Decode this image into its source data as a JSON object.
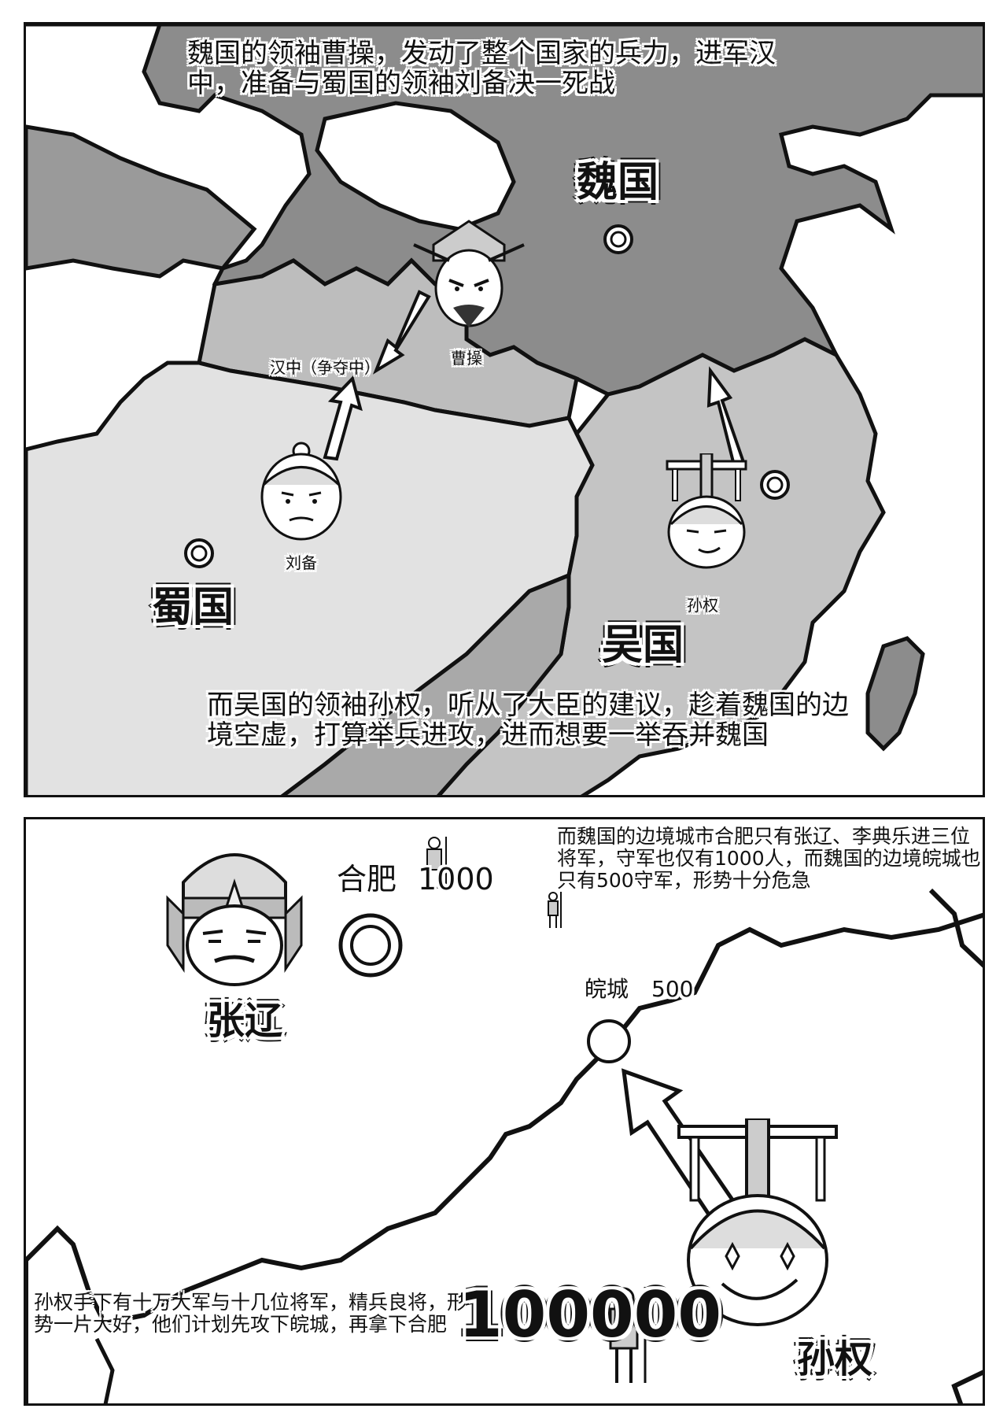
{
  "panel_top": {
    "narration_top": "魏国的领袖曹操，发动了整个国家的兵力，进军汉中，准备与蜀国的领袖刘备决一死战",
    "narration_bottom": "而吴国的领袖孙权，听从了大臣的建议，趁着魏国的边境空虚，打算举兵进攻，进而想要一举吞并魏国",
    "regions": {
      "wei": "魏国",
      "shu": "蜀国",
      "wu": "吴国"
    },
    "labels": {
      "hanzhong": "汉中（争夺中）",
      "caocao": "曹操",
      "liubei": "刘备",
      "sunquan": "孙权"
    }
  },
  "panel_bottom": {
    "narration_top": "而魏国的边境城市合肥只有张辽、李典乐进三位将军，守军也仅有1000人，而魏国的边境皖城也只有500守军，形势十分危急",
    "narration_bottom": "孙权手下有十万大军与十几位将军，精兵良将，形势一片大好，他们计划先攻下皖城，再拿下合肥",
    "hefei": {
      "name": "合肥",
      "troops": "1000"
    },
    "wancheng": {
      "name": "皖城",
      "troops": "500"
    },
    "wu_troops": "100000",
    "zhangliao": "张辽",
    "sunquan": "孙权"
  },
  "colors": {
    "wei_region": "#8c8c8c",
    "shu_region": "#e2e2e2",
    "wu_region": "#c4c4c4",
    "hanzhong_region": "#bdbdbd",
    "sea": "#ffffff",
    "ink": "#111111"
  }
}
